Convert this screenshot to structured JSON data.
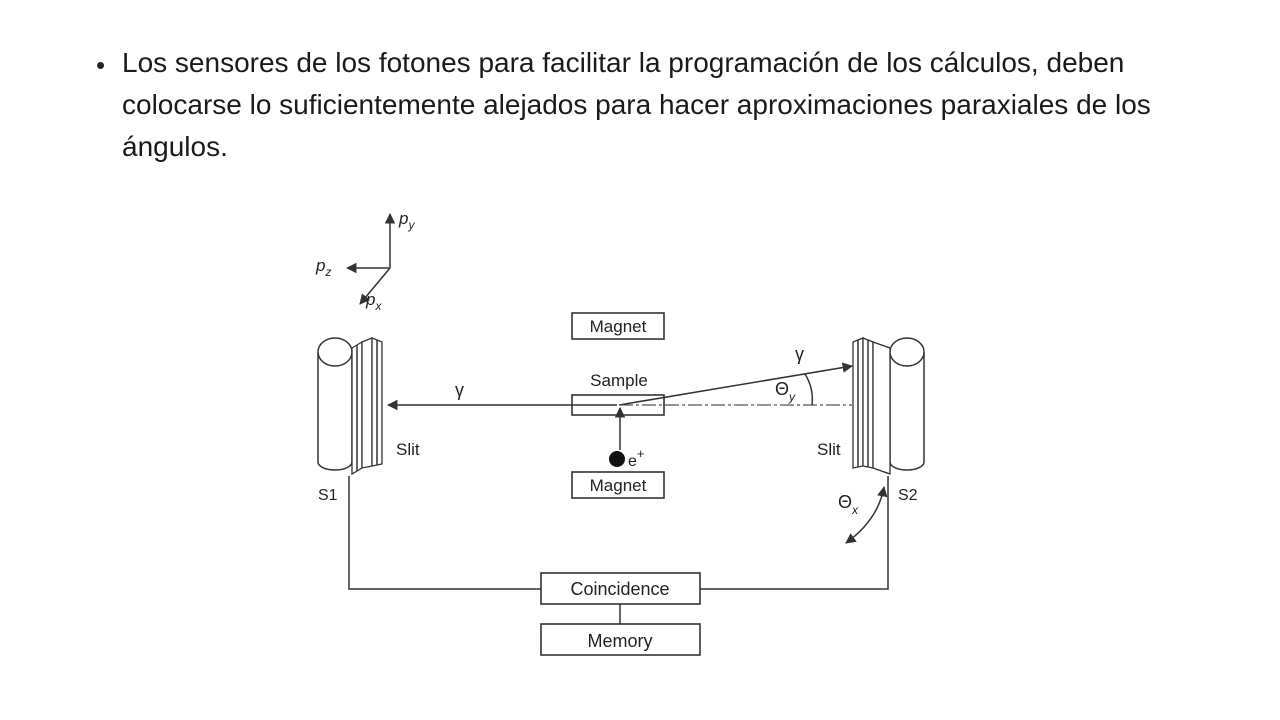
{
  "slide": {
    "bullet_text": "Los sensores de los fotones para facilitar la programación de los cálculos, deben colocarse lo suficientemente alejados para hacer aproximaciones paraxiales de los ángulos."
  },
  "diagram": {
    "axes": {
      "py": "p",
      "py_sub": "y",
      "pz": "p",
      "pz_sub": "z",
      "px": "p",
      "px_sub": "x"
    },
    "magnet_top": "Magnet",
    "magnet_bottom": "Magnet",
    "sample": "Sample",
    "gamma_left": "γ",
    "gamma_right": "γ",
    "theta_y": "Θ",
    "theta_y_sub": "y",
    "theta_x": "Θ",
    "theta_x_sub": "x",
    "positron": "e",
    "positron_sup": "+",
    "slit_left": "Slit",
    "slit_right": "Slit",
    "detector_left": "S1",
    "detector_right": "S2",
    "coincidence": "Coincidence",
    "memory": "Memory"
  }
}
